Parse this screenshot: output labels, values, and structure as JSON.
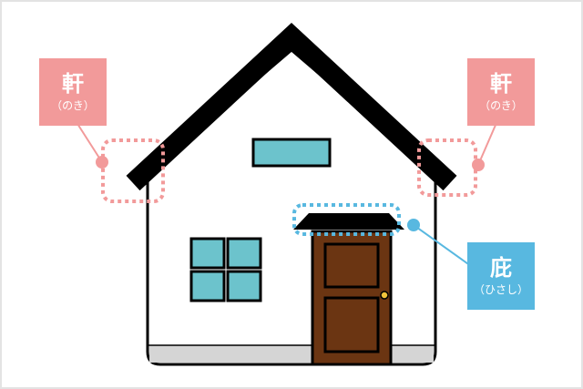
{
  "labels": {
    "noki_left": {
      "main": "軒",
      "reading": "（のき）"
    },
    "noki_right": {
      "main": "軒",
      "reading": "（のき）"
    },
    "hisashi": {
      "main": "庇",
      "reading": "（ひさし）"
    }
  },
  "colors": {
    "background": "#ffffff",
    "frame": "#e3e3e3",
    "noki": "#f29a9a",
    "hisashi": "#58b8e0",
    "roof": "#000000",
    "wall": "#ffffff",
    "foundation": "#d5d5d5",
    "window": "#6cc3cc",
    "door": "#6b3512",
    "doorknob": "#f2c33a"
  }
}
